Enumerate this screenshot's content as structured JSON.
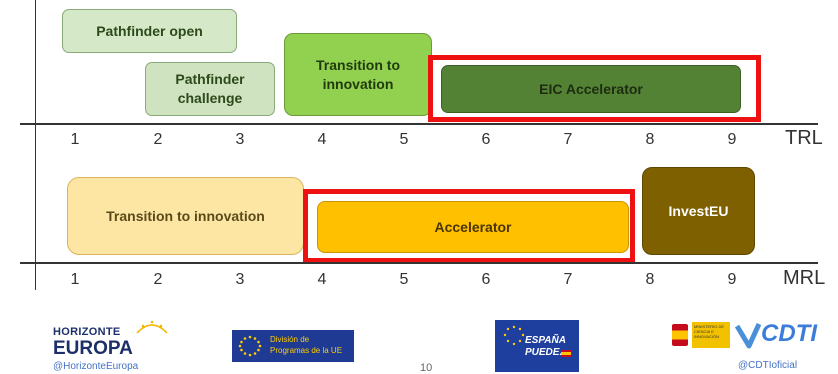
{
  "trl": {
    "axis_label": "TRL",
    "ticks": [
      "1",
      "2",
      "3",
      "4",
      "5",
      "6",
      "7",
      "8",
      "9"
    ],
    "boxes": [
      {
        "label": "Pathfinder open",
        "fill": "#d5e8c8",
        "color": "#2e4a1a"
      },
      {
        "label": "Pathfinder challenge",
        "fill": "#cfe3c0",
        "color": "#2e4a1a"
      },
      {
        "label": "Transition to innovation",
        "fill": "#92d050",
        "color": "#1f3a0c"
      },
      {
        "label": "EIC Accelerator",
        "fill": "#548235",
        "color": "#1c2c10"
      }
    ]
  },
  "mrl": {
    "axis_label": "MRL",
    "ticks": [
      "1",
      "2",
      "3",
      "4",
      "5",
      "6",
      "7",
      "8",
      "9"
    ],
    "boxes": [
      {
        "label": "Transition to innovation",
        "fill": "#fde6a3",
        "color": "#5a4a1a"
      },
      {
        "label": "Accelerator",
        "fill": "#ffc000",
        "color": "#4a3500"
      },
      {
        "label": "InvestEU",
        "fill": "#7f6000",
        "color": "#ffffff"
      }
    ]
  },
  "highlight_color": "#ee1111",
  "footer": {
    "horizonte_line1": "HORIZONTE",
    "horizonte_line2": "EUROPA",
    "horizonte_handle": "@HorizonteEuropa",
    "eu_division_line1": "División de",
    "eu_division_line2": "Programas de la UE",
    "page_number": "10",
    "espana_line1": "ESPAÑA",
    "espana_line2": "PUEDE.",
    "ministerio_text": "MINISTERIO DE CIENCIA E INNOVACIÓN",
    "cdti_text": "CDTI",
    "cdti_handle": "@CDTIoficial"
  }
}
